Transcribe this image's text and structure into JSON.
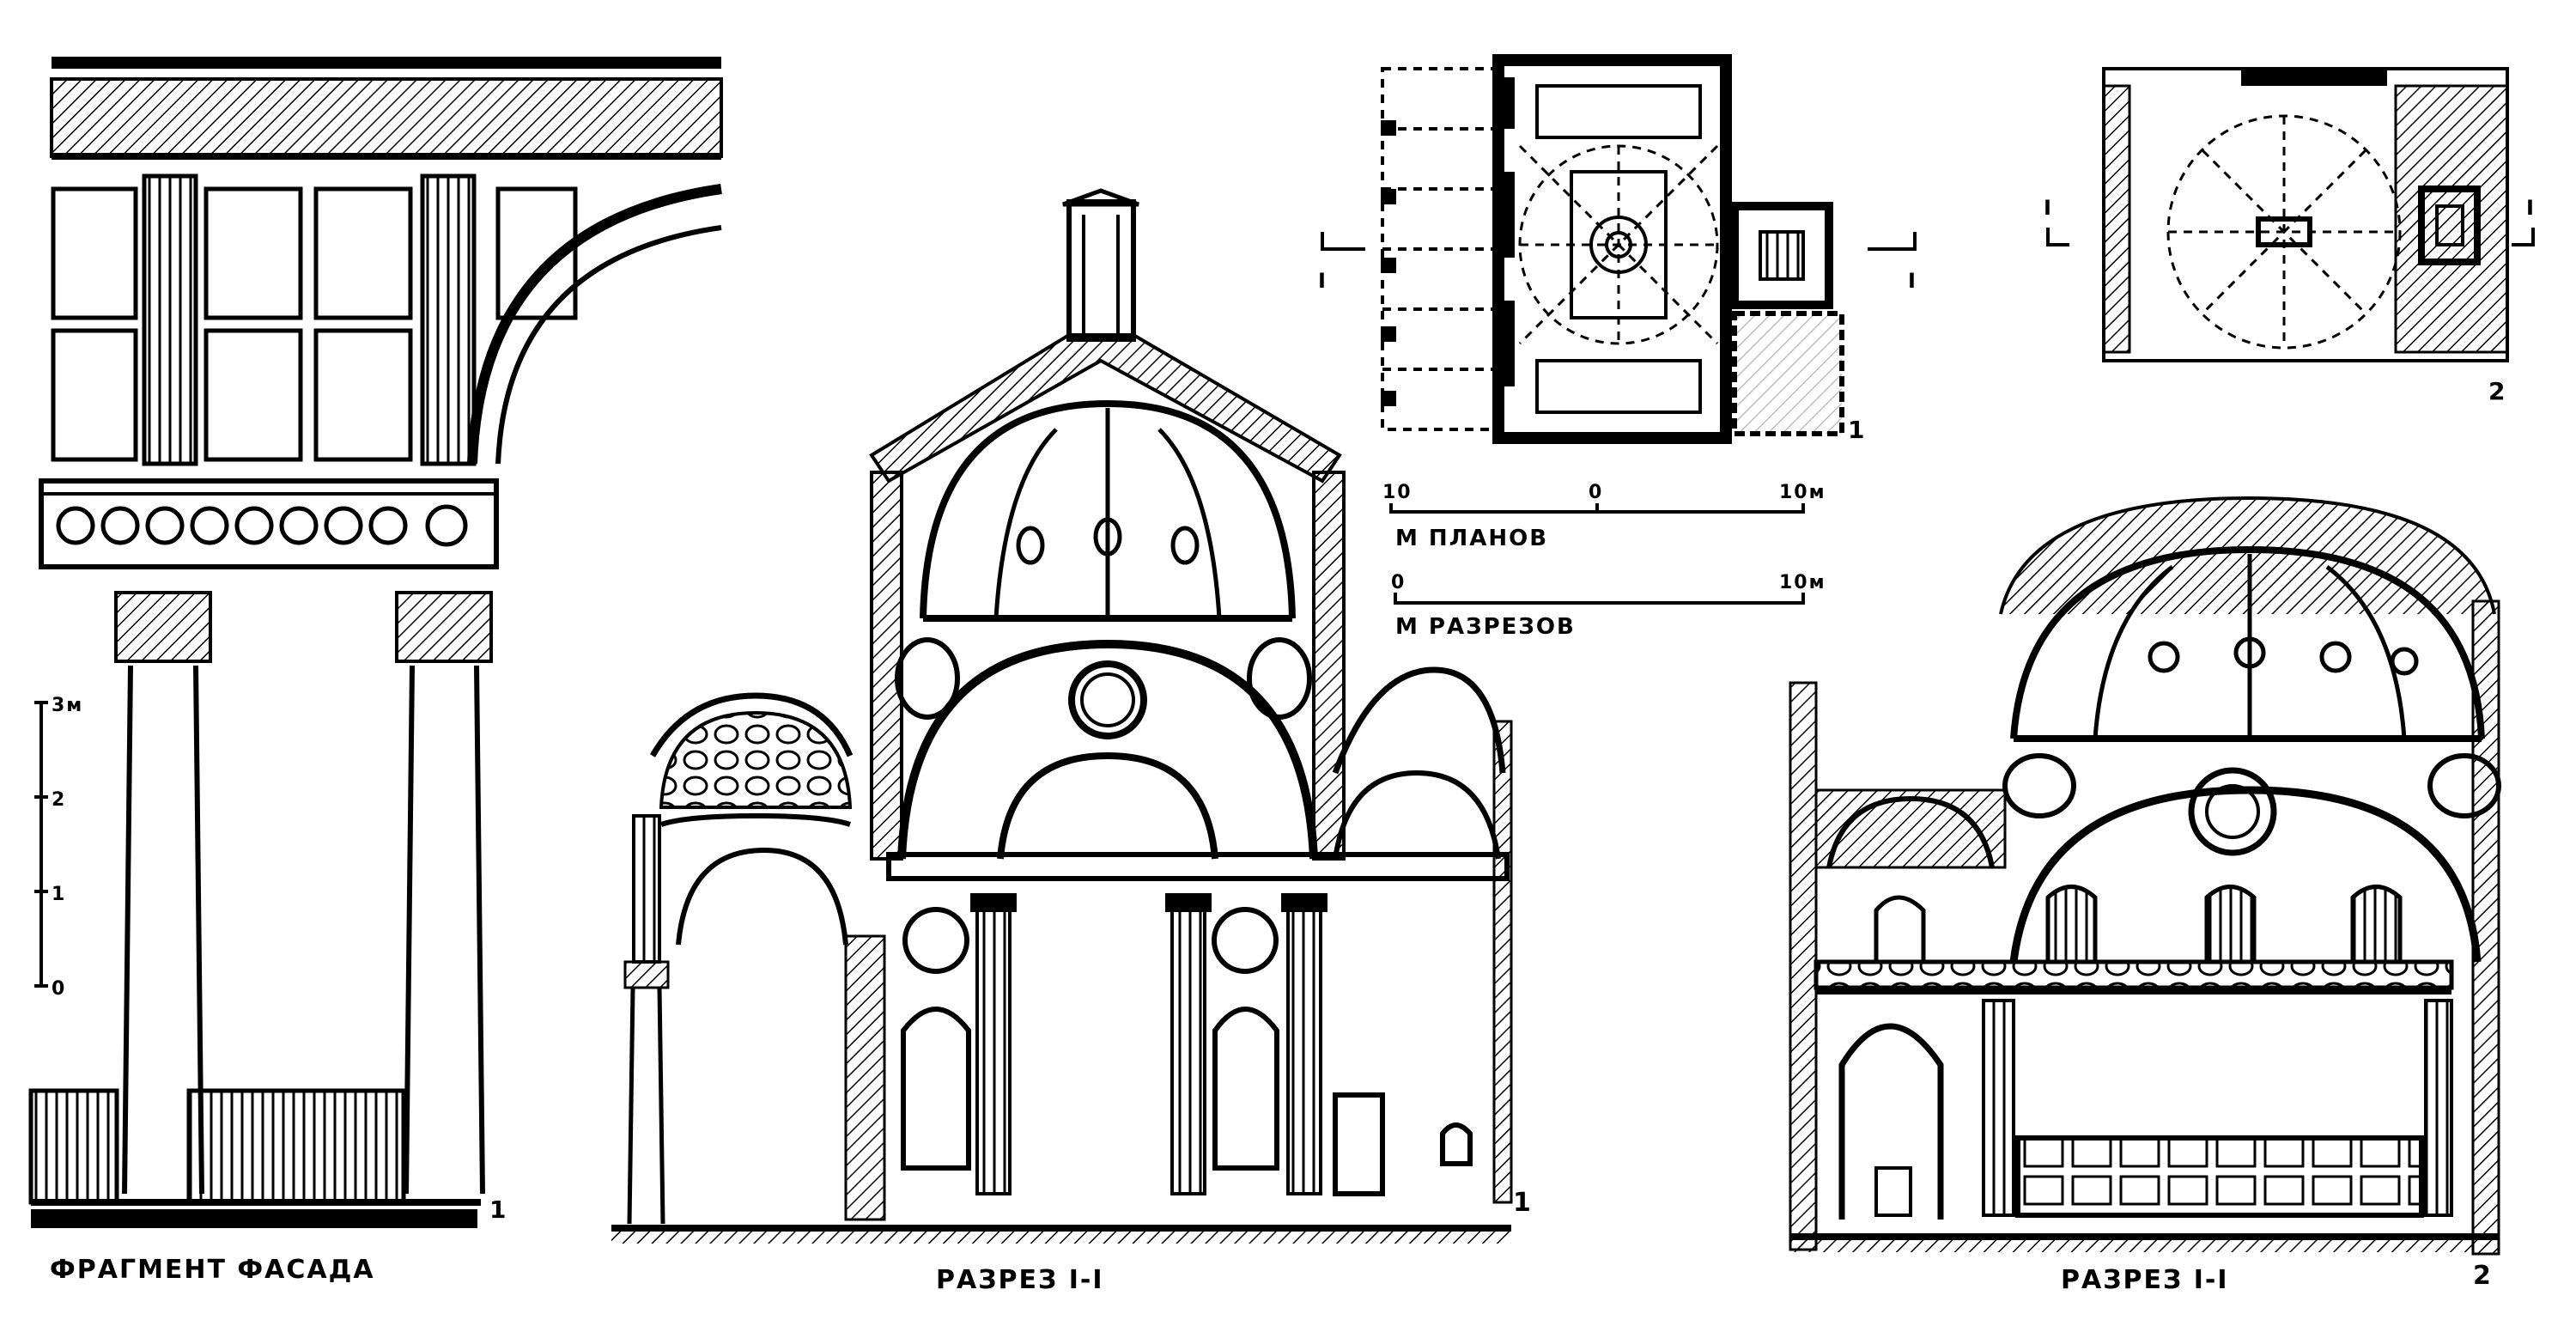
{
  "facade": {
    "caption": "ФРАГМЕНТ ФАСАДА",
    "number": "1",
    "scale_ticks": [
      "3м",
      "2",
      "1",
      "0"
    ]
  },
  "section1": {
    "caption": "РАЗРЕЗ I-I",
    "number": "1"
  },
  "plan1": {
    "number": "1",
    "cut_marks": [
      "I",
      "I"
    ]
  },
  "plan2": {
    "number": "2",
    "cut_marks": [
      "I",
      "I"
    ]
  },
  "scales": {
    "plans": {
      "ticks": [
        "10",
        "0",
        "10м"
      ],
      "label": "М ПЛАНОВ"
    },
    "sections": {
      "ticks": [
        "0",
        "10м"
      ],
      "label": "М РАЗРЕЗОВ"
    }
  },
  "section2": {
    "caption": "РАЗРЕЗ I-I",
    "number": "2"
  }
}
